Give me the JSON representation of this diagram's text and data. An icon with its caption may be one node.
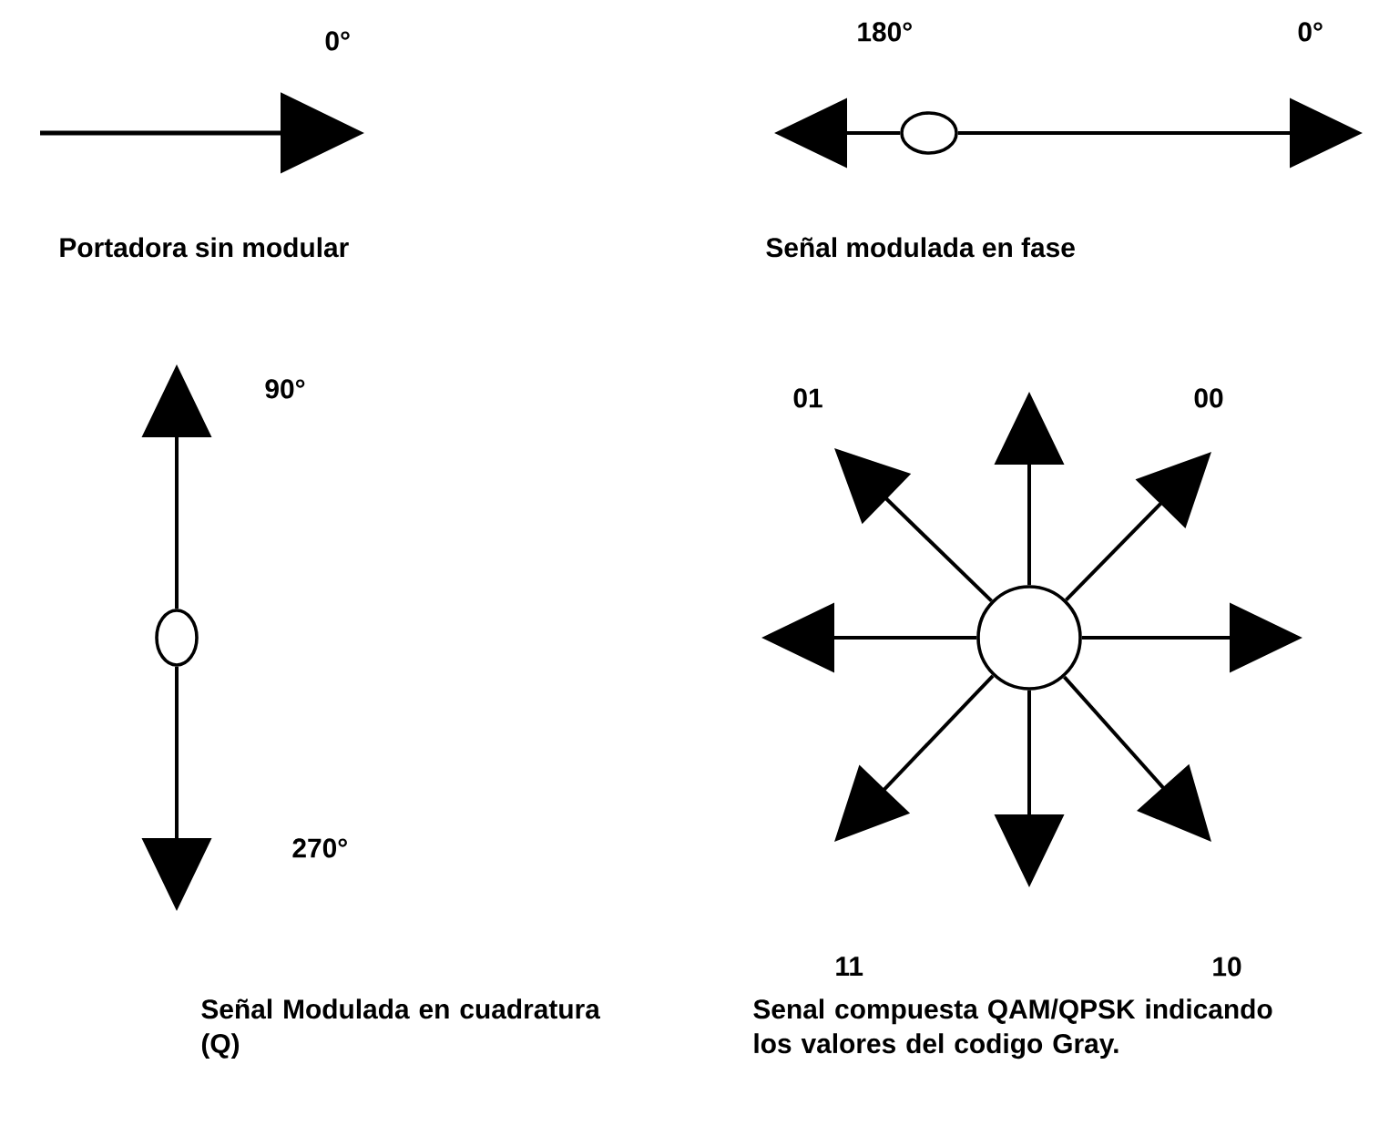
{
  "diagram": {
    "nodes": [
      {
        "text": [],
        "shape": "circle"
      },
      {
        "text": [],
        "shape": "circle"
      },
      {
        "text": [],
        "shape": "circle"
      }
    ],
    "edges": [
      {
        "from": 0,
        "to": null,
        "arrow": "to"
      },
      {
        "from": 0,
        "to": null,
        "arrow": "to"
      },
      {
        "from": 1,
        "to": null,
        "arrow": "to"
      },
      {
        "from": 1,
        "to": null,
        "arrow": "to"
      },
      {
        "from": 2,
        "to": null,
        "arrow": "to"
      },
      {
        "from": 2,
        "to": null,
        "arrow": "to"
      },
      {
        "from": 2,
        "to": null,
        "arrow": "to"
      },
      {
        "from": 2,
        "to": null,
        "arrow": "to"
      },
      {
        "from": 2,
        "to": null,
        "arrow": "to"
      },
      {
        "from": 2,
        "to": null,
        "arrow": "to"
      },
      {
        "from": 2,
        "to": null,
        "arrow": "to"
      },
      {
        "from": 2,
        "to": null,
        "arrow": "to"
      }
    ],
    "labels": [
      "0°",
      "180°",
      "0°",
      "Portadora sin modular",
      "Señal modulada en fase",
      "90°",
      "01",
      "00",
      "270°",
      "11",
      "10",
      "Señal Modulada en cuadratura (Q)",
      "Senal compuesta QAM/QPSK indicando los valores del codigo Gray."
    ]
  }
}
